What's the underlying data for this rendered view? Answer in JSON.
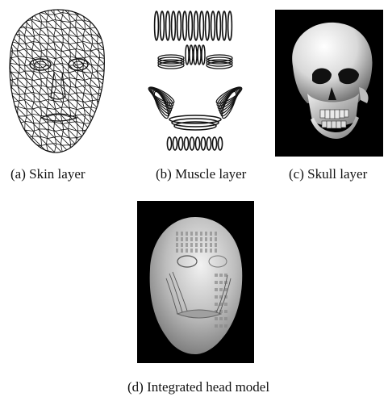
{
  "figure": {
    "panels": [
      {
        "id": "a",
        "caption": "(a) Skin layer",
        "icon": "wireframe-face-mesh"
      },
      {
        "id": "b",
        "caption": "(b) Muscle layer",
        "icon": "facial-muscle-ellipses"
      },
      {
        "id": "c",
        "caption": "(c) Skull layer",
        "icon": "shaded-skull-render"
      },
      {
        "id": "d",
        "caption": "(d) Integrated head model",
        "icon": "translucent-head-render"
      }
    ],
    "colors": {
      "background": "#ffffff",
      "ink": "#111111",
      "render_bg": "#000000"
    }
  }
}
